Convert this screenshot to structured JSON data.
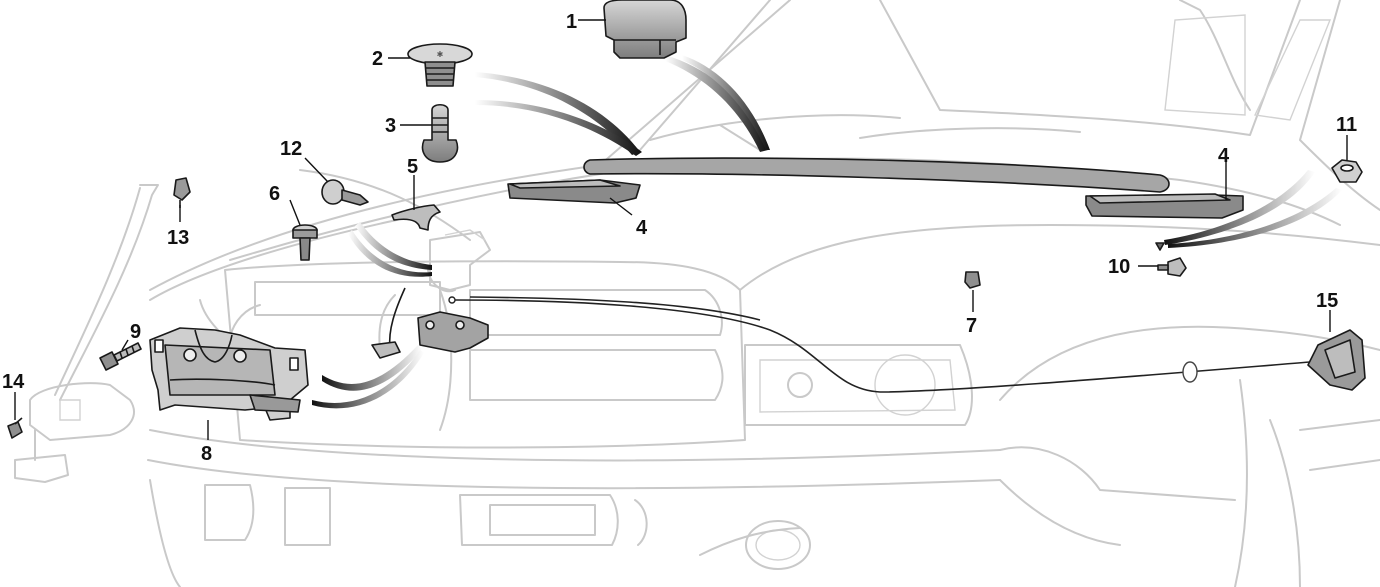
{
  "diagram": {
    "parts": [
      {
        "id": "1",
        "label": "1"
      },
      {
        "id": "2",
        "label": "2"
      },
      {
        "id": "3",
        "label": "3"
      },
      {
        "id": "4a",
        "label": "4"
      },
      {
        "id": "4b",
        "label": "4"
      },
      {
        "id": "5",
        "label": "5"
      },
      {
        "id": "6",
        "label": "6"
      },
      {
        "id": "7",
        "label": "7"
      },
      {
        "id": "8",
        "label": "8"
      },
      {
        "id": "9",
        "label": "9"
      },
      {
        "id": "10",
        "label": "10"
      },
      {
        "id": "11",
        "label": "11"
      },
      {
        "id": "12",
        "label": "12"
      },
      {
        "id": "13",
        "label": "13"
      },
      {
        "id": "14",
        "label": "14"
      },
      {
        "id": "15",
        "label": "15"
      }
    ],
    "colors": {
      "part_fill": "#9a9a9a",
      "part_fill_light": "#bdbdbd",
      "part_fill_dark": "#6f6f6f",
      "ghost_line": "#c9c9c9",
      "ink": "#111111"
    }
  }
}
